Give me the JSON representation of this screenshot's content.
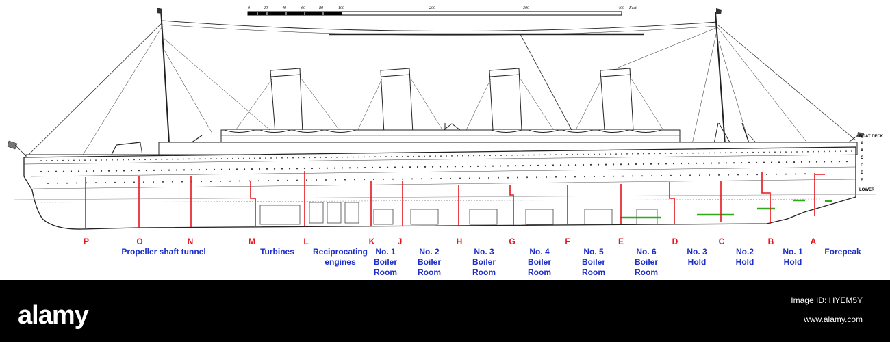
{
  "scale_bar": {
    "ticks": [
      "0",
      "20",
      "40",
      "60",
      "80",
      "100",
      "200",
      "300",
      "400"
    ],
    "unit": "Feet"
  },
  "deck_labels": [
    "BOAT DECK",
    "A",
    "B",
    "C",
    "D",
    "E",
    "F",
    "LOWER"
  ],
  "bulkhead_letters": [
    "P",
    "O",
    "N",
    "M",
    "L",
    "K",
    "J",
    "H",
    "G",
    "F",
    "E",
    "D",
    "C",
    "B",
    "A"
  ],
  "compartments": [
    {
      "lines": [
        "Propeller shaft tunnel"
      ]
    },
    {
      "lines": [
        "Turbines"
      ]
    },
    {
      "lines": [
        "Reciprocating",
        "engines"
      ]
    },
    {
      "lines": [
        "No. 1",
        "Boiler",
        "Room"
      ]
    },
    {
      "lines": [
        "No. 2",
        "Boiler",
        "Room"
      ]
    },
    {
      "lines": [
        "No. 3",
        "Boiler",
        "Room"
      ]
    },
    {
      "lines": [
        "No. 4",
        "Boiler",
        "Room"
      ]
    },
    {
      "lines": [
        "No. 5",
        "Boiler",
        "Room"
      ]
    },
    {
      "lines": [
        "No. 6",
        "Boiler",
        "Room"
      ]
    },
    {
      "lines": [
        "No. 3",
        "Hold"
      ]
    },
    {
      "lines": [
        "No.2",
        "Hold"
      ]
    },
    {
      "lines": [
        "No. 1",
        "Hold"
      ]
    },
    {
      "lines": [
        "Forepeak"
      ]
    }
  ],
  "colors": {
    "bulkhead": "#e8141e",
    "label_blue": "#1c2dc9",
    "tank_green": "#2fa81a",
    "footer_bg": "#000000"
  },
  "footer": {
    "logo": "alamy",
    "image_id": "Image ID: HYEM5Y",
    "url": "www.alamy.com"
  }
}
